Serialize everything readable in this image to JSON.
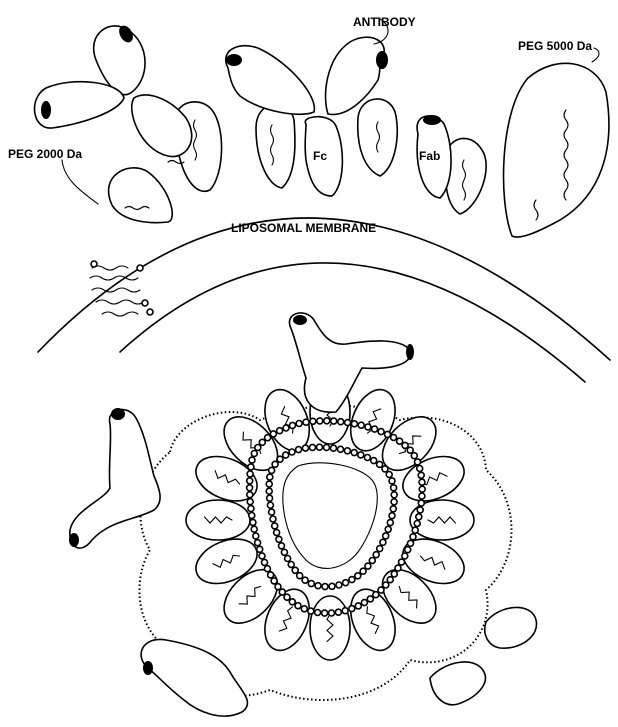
{
  "labels": {
    "antibody": "ANTIBODY",
    "peg_5000": "PEG 5000 Da",
    "peg_2000": "PEG 2000 Da",
    "fc": "Fc",
    "fab": "Fab",
    "membrane": "LIPOSOMAL MEMBRANE"
  }
}
